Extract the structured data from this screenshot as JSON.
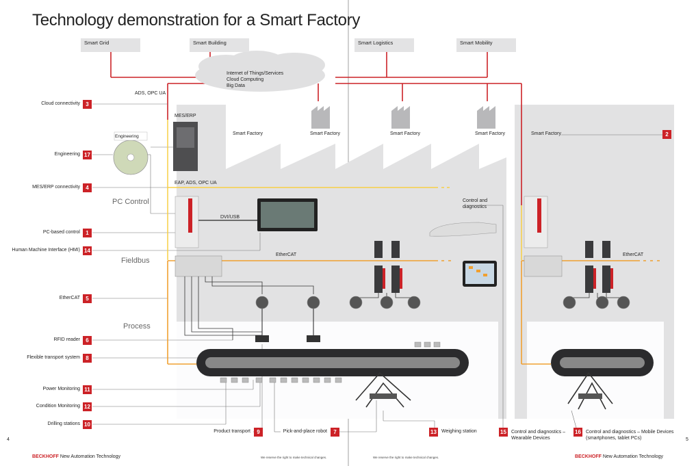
{
  "title": "Technology demonstration for a Smart Factory",
  "top_boxes": [
    "Smart Grid",
    "Smart Building",
    "Smart Logistics",
    "Smart Mobility"
  ],
  "cloud": {
    "line1": "Internet of Things/Services",
    "line2": "Cloud Computing",
    "line3": "Big Data"
  },
  "labels": {
    "ads_opc": "ADS, OPC UA",
    "mes_erp": "MES/ERP",
    "engineering_disc": "Engineering",
    "eap": "EAP, ADS, OPC UA",
    "dvi_usb": "DVI/USB",
    "ethercat_a": "EtherCAT",
    "ethercat_b": "EtherCAT",
    "control_diag": "Control and diagnostics",
    "smart_factory": "Smart Factory",
    "pc_control": "PC Control",
    "fieldbus": "Fieldbus",
    "process": "Process"
  },
  "left_items": [
    {
      "label": "Cloud connectivity",
      "num": "3"
    },
    {
      "label": "Engineering",
      "num": "17"
    },
    {
      "label": "MES/ERP connectivity",
      "num": "4"
    },
    {
      "label": "PC-based control",
      "num": "1"
    },
    {
      "label": "Human Machine Interface (HMI)",
      "num": "14"
    },
    {
      "label": "EtherCAT",
      "num": "5"
    },
    {
      "label": "RFID reader",
      "num": "6"
    },
    {
      "label": "Flexible transport system",
      "num": "8"
    },
    {
      "label": "Power Monitoring",
      "num": "11"
    },
    {
      "label": "Condition Monitoring",
      "num": "12"
    },
    {
      "label": "Drilling stations",
      "num": "10"
    }
  ],
  "bottom_items": [
    {
      "label": "Product transport",
      "num": "9"
    },
    {
      "label": "Pick-and-place robot",
      "num": "7"
    },
    {
      "label": "Weighing station",
      "num": "13"
    },
    {
      "label": "Control and diagnostics – Wearable Devices",
      "num": "15"
    },
    {
      "label": "Control and diagnostics – Mobile Devices (smartphones, tablet PCs)",
      "num": "16"
    }
  ],
  "right_item": {
    "label": "Smart Factory",
    "num": "2"
  },
  "page_numbers": {
    "left": "4",
    "right": "5"
  },
  "footer": {
    "brand": "BECKHOFF",
    "tagline": "New Automation Technology",
    "rights": "We reserve the right to make technical changes."
  },
  "colors": {
    "accent_red": "#cc2227",
    "ethercat_orange": "#f0a030",
    "eap_yellow": "#f7cf45",
    "zone_gray": "#e2e2e3"
  }
}
